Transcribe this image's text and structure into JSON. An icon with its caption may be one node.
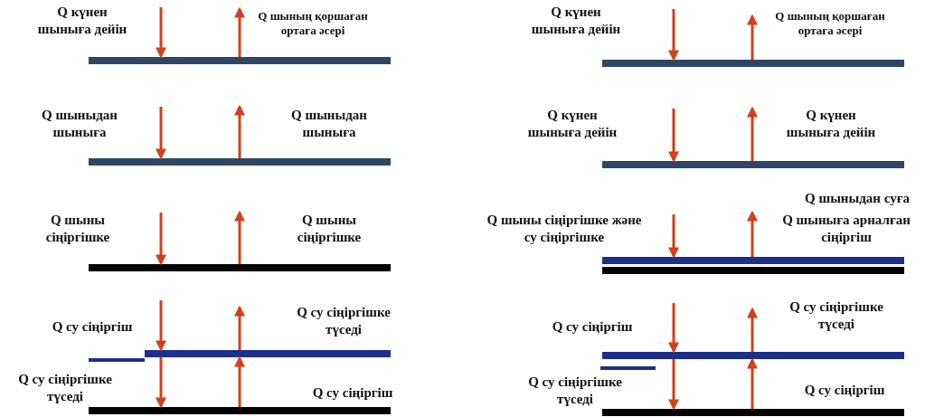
{
  "diagram": {
    "nodes": [
      {
        "text": [],
        "shape": "bar"
      },
      {
        "text": [],
        "shape": "bar"
      },
      {
        "text": [],
        "shape": "bar"
      },
      {
        "text": [],
        "shape": "bar"
      },
      {
        "text": [],
        "shape": "bar"
      },
      {
        "text": [],
        "shape": "bar"
      },
      {
        "text": [],
        "shape": "bar"
      },
      {
        "text": [],
        "shape": "bar"
      },
      {
        "text": [],
        "shape": "bar"
      },
      {
        "text": [],
        "shape": "bar"
      },
      {
        "text": [],
        "shape": "bar"
      },
      {
        "text": [],
        "shape": "bar"
      },
      {
        "text": [],
        "shape": "bar"
      }
    ],
    "edges": [
      {
        "from": null,
        "to": 0,
        "arrow": "to"
      },
      {
        "from": 0,
        "to": null,
        "arrow": "to"
      },
      {
        "from": null,
        "to": 1,
        "arrow": "to"
      },
      {
        "from": 1,
        "to": null,
        "arrow": "to"
      },
      {
        "from": null,
        "to": 2,
        "arrow": "to"
      },
      {
        "from": 2,
        "to": null,
        "arrow": "to"
      },
      {
        "from": null,
        "to": 3,
        "arrow": "to"
      },
      {
        "from": 3,
        "to": null,
        "arrow": "to"
      },
      {
        "from": 3,
        "to": 5,
        "arrow": "to"
      },
      {
        "from": 5,
        "to": 3,
        "arrow": "to"
      },
      {
        "from": null,
        "to": 6,
        "arrow": "to"
      },
      {
        "from": 6,
        "to": null,
        "arrow": "to"
      },
      {
        "from": null,
        "to": 7,
        "arrow": "to"
      },
      {
        "from": 7,
        "to": null,
        "arrow": "to"
      },
      {
        "from": null,
        "to": 8,
        "arrow": "to"
      },
      {
        "from": 8,
        "to": null,
        "arrow": "to"
      },
      {
        "from": null,
        "to": 10,
        "arrow": "to"
      },
      {
        "from": 10,
        "to": null,
        "arrow": "to"
      },
      {
        "from": 10,
        "to": 12,
        "arrow": "to"
      },
      {
        "from": 12,
        "to": 10,
        "arrow": "to"
      }
    ],
    "labels": [
      "Q күнен шыныға дейін",
      "Q шының қоршаған ортаға әсері",
      "Q шыныдан шыныға",
      "Q шыныдан шыныға",
      "Q шыны сіңіргішке",
      "Q шыны сіңіргішке",
      "Q су сіңіргіш",
      "Q су сіңіргішке түседі",
      "Q су сіңіргішке түседі",
      "Q су сіңіргіш",
      "Q күнен шыныға дейін",
      "Q шының қоршаған ортаға әсері",
      "Q күнен шыныға дейін",
      "Q күнен шыныға дейін",
      "Q шыны сіңіргішке және су сіңіргішке",
      "Q шыныдан суға",
      "Q шыныға арналған сіңіргіш",
      "Q су сіңіргіш",
      "Q су сіңіргішке түседі",
      "Q су сіңіргішке түседі",
      "Q су сіңіргіш"
    ]
  }
}
